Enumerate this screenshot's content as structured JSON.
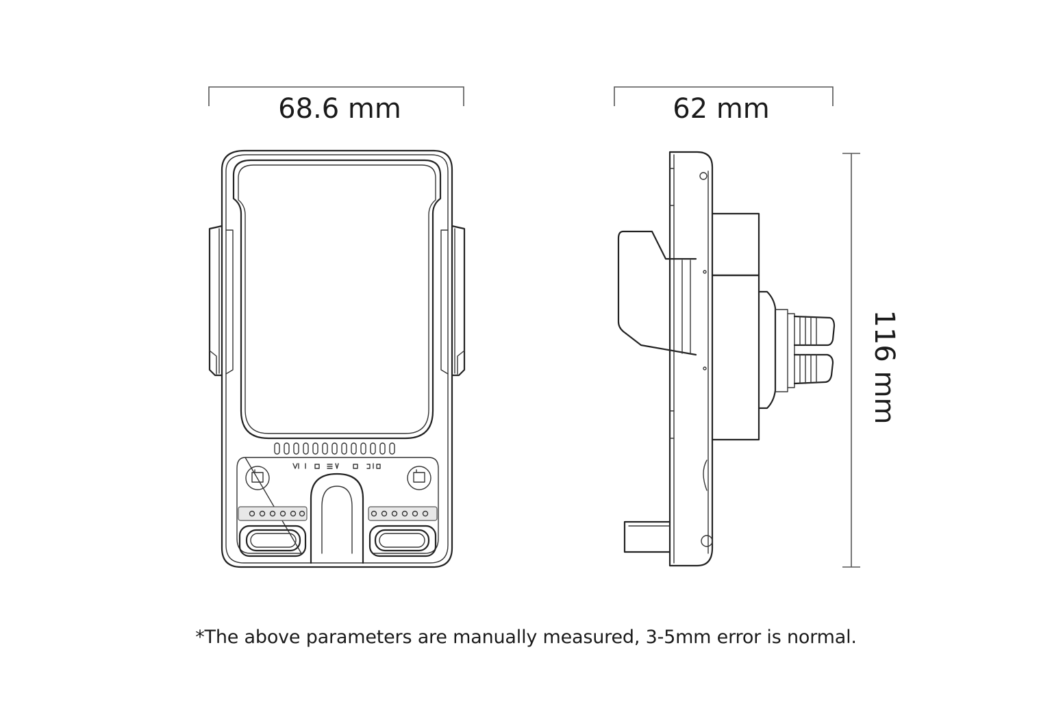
{
  "dimensions": {
    "width": "68.6 mm",
    "depth": "62 mm",
    "height": "116 mm"
  },
  "footnote": "*The above parameters are manually measured, 3-5mm error is normal.",
  "colors": {
    "line": "#222222",
    "dimension_line": "#555555",
    "background": "#ffffff"
  }
}
